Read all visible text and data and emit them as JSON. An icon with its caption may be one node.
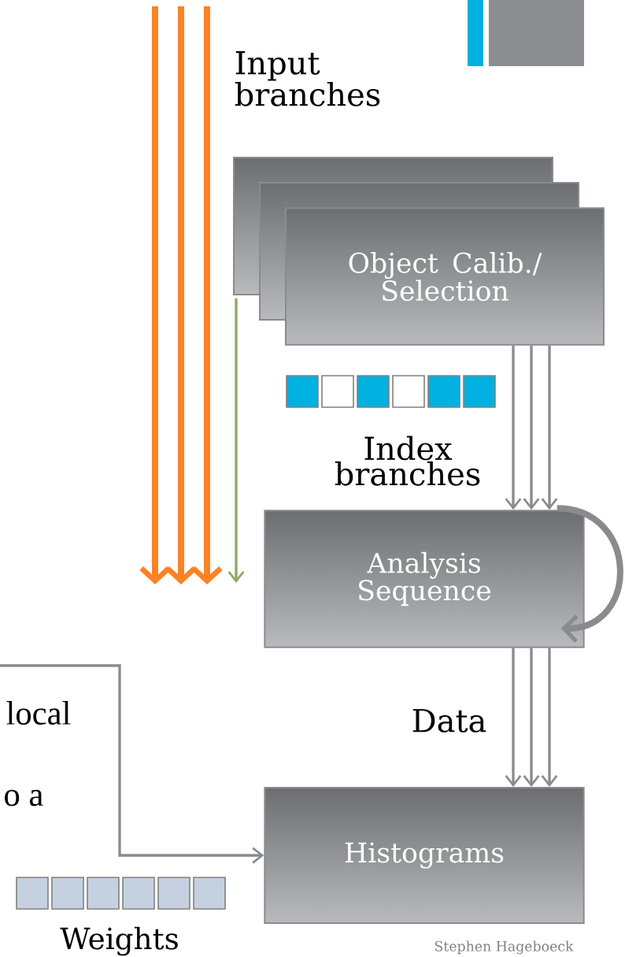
{
  "diagram": {
    "nodes": [
      {
        "text": [
          "Object Calib./ Selection"
        ]
      },
      {
        "text": [
          "Analysis Sequence"
        ]
      },
      {
        "text": [
          "Histograms"
        ]
      }
    ],
    "edges": [
      {
        "from": 0,
        "to": 1,
        "arrow": "to"
      },
      {
        "from": 0,
        "to": 1,
        "arrow": "to"
      },
      {
        "from": 0,
        "to": 1,
        "arrow": "to"
      },
      {
        "from": 0,
        "to": null,
        "arrow": "to",
        "color": "#8fa85e"
      },
      {
        "from": 1,
        "to": 1,
        "arrow": "to",
        "style": "thick"
      },
      {
        "from": 1,
        "to": 2,
        "arrow": "to"
      },
      {
        "from": 1,
        "to": 2,
        "arrow": "to"
      },
      {
        "from": 1,
        "to": 2,
        "arrow": "to"
      },
      {
        "from": null,
        "to": 2,
        "arrow": "to"
      }
    ],
    "labels": [
      "Input branches",
      "Index branches",
      "Data",
      "local",
      "o a",
      "Weights",
      "Stephen Hageboeck"
    ]
  }
}
